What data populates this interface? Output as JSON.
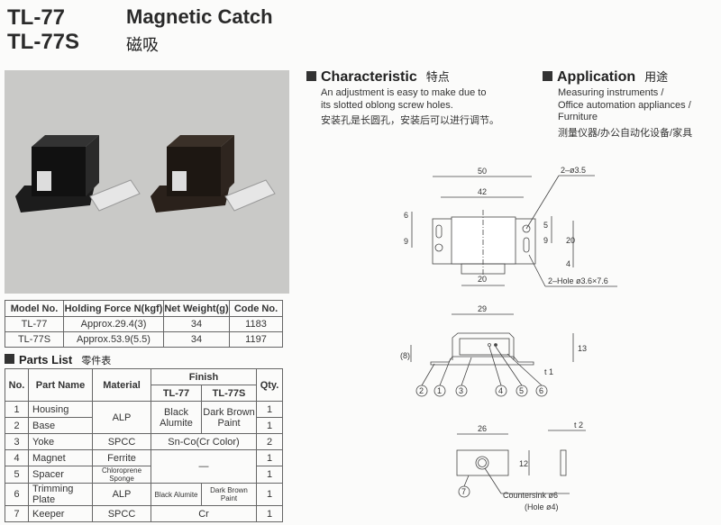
{
  "header": {
    "model1": "TL-77",
    "model2": "TL-77S",
    "name_en": "Magnetic Catch",
    "name_cn": "磁吸"
  },
  "characteristic": {
    "title": "Characteristic",
    "title_cn": "特点",
    "lines": [
      "An adjustment is easy to make due to",
      "its slotted oblong screw holes."
    ],
    "cn": "安装孔是长圆孔，安装后可以进行调节。"
  },
  "application": {
    "title": "Application",
    "title_cn": "用途",
    "lines": [
      "Measuring instruments /",
      "Office automation appliances /",
      "Furniture"
    ],
    "cn": "测量仪器/办公自动化设备/家具"
  },
  "spec_table": {
    "headers": [
      "Model No.",
      "Holding Force N(kgf)",
      "Net Weight(g)",
      "Code No."
    ],
    "rows": [
      [
        "TL-77",
        "Approx.29.4(3)",
        "34",
        "1183"
      ],
      [
        "TL-77S",
        "Approx.53.9(5.5)",
        "34",
        "1197"
      ]
    ]
  },
  "parts": {
    "title": "Parts List",
    "title_cn": "零件表",
    "headers": {
      "no": "No.",
      "name": "Part Name",
      "material": "Material",
      "finish": "Finish",
      "tl77": "TL-77",
      "tl77s": "TL-77S",
      "qty": "Qty."
    },
    "rows": [
      {
        "no": "1",
        "name": "Housing",
        "qty": "1"
      },
      {
        "no": "2",
        "name": "Base",
        "qty": "1"
      },
      {
        "no": "3",
        "name": "Yoke",
        "material": "SPCC",
        "finish": "Sn-Co(Cr Color)",
        "qty": "2"
      },
      {
        "no": "4",
        "name": "Magnet",
        "material": "Ferrite",
        "qty": "1"
      },
      {
        "no": "5",
        "name": "Spacer",
        "material": "Chloroprene Sponge",
        "qty": "1"
      },
      {
        "no": "6",
        "name": "Trimming Plate",
        "material": "ALP",
        "f77": "Black Alumite",
        "f77s": "Dark Brown Paint",
        "qty": "1"
      },
      {
        "no": "7",
        "name": "Keeper",
        "material": "SPCC",
        "finish": "Cr",
        "qty": "1"
      }
    ],
    "merged": {
      "material_1_2": "ALP",
      "f77_1_2": [
        "Black",
        "Alumite"
      ],
      "f77s_1_2": [
        "Dark Brown",
        "Paint"
      ],
      "finish_4_5": "—"
    }
  },
  "drawing": {
    "d50": "50",
    "d42": "42",
    "hole1": "2–ø3.5",
    "d6": "6",
    "d9a": "9",
    "d5": "5",
    "d9b": "9",
    "d20h": "20",
    "d4": "4",
    "d20w": "20",
    "hole2": "2–Hole ø3.6×7.6",
    "d29": "29",
    "d8": "(8)",
    "d13": "13",
    "t1": "t 1",
    "callouts": [
      "2",
      "1",
      "3",
      "4",
      "5",
      "6"
    ],
    "d26": "26",
    "t2": "t 2",
    "d12": "12",
    "c7": "7",
    "cs1": "Countersink ø6",
    "cs2": "(Hole ø4)"
  }
}
